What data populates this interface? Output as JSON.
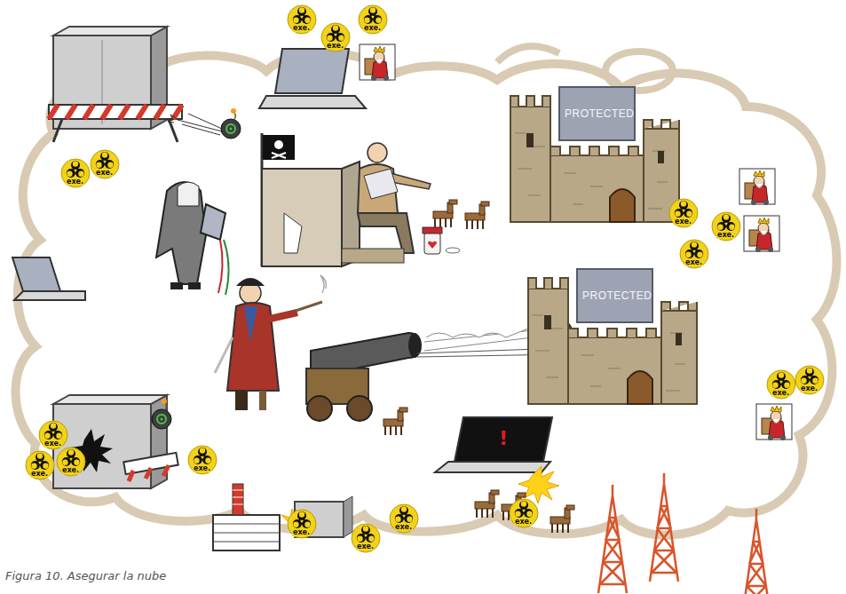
{
  "diagram": {
    "caption": "Figura 10. Asegurar la nube",
    "labels": [
      "PROTECTED",
      "PROTECTED",
      "!",
      "exe.",
      "exe.",
      "exe.",
      "exe.",
      "exe.",
      "exe.",
      "exe.",
      "exe.",
      "exe.",
      "exe.",
      "exe.",
      "exe.",
      "exe.",
      "exe.",
      "exe.",
      "exe.",
      "exe.",
      "exe."
    ]
  }
}
